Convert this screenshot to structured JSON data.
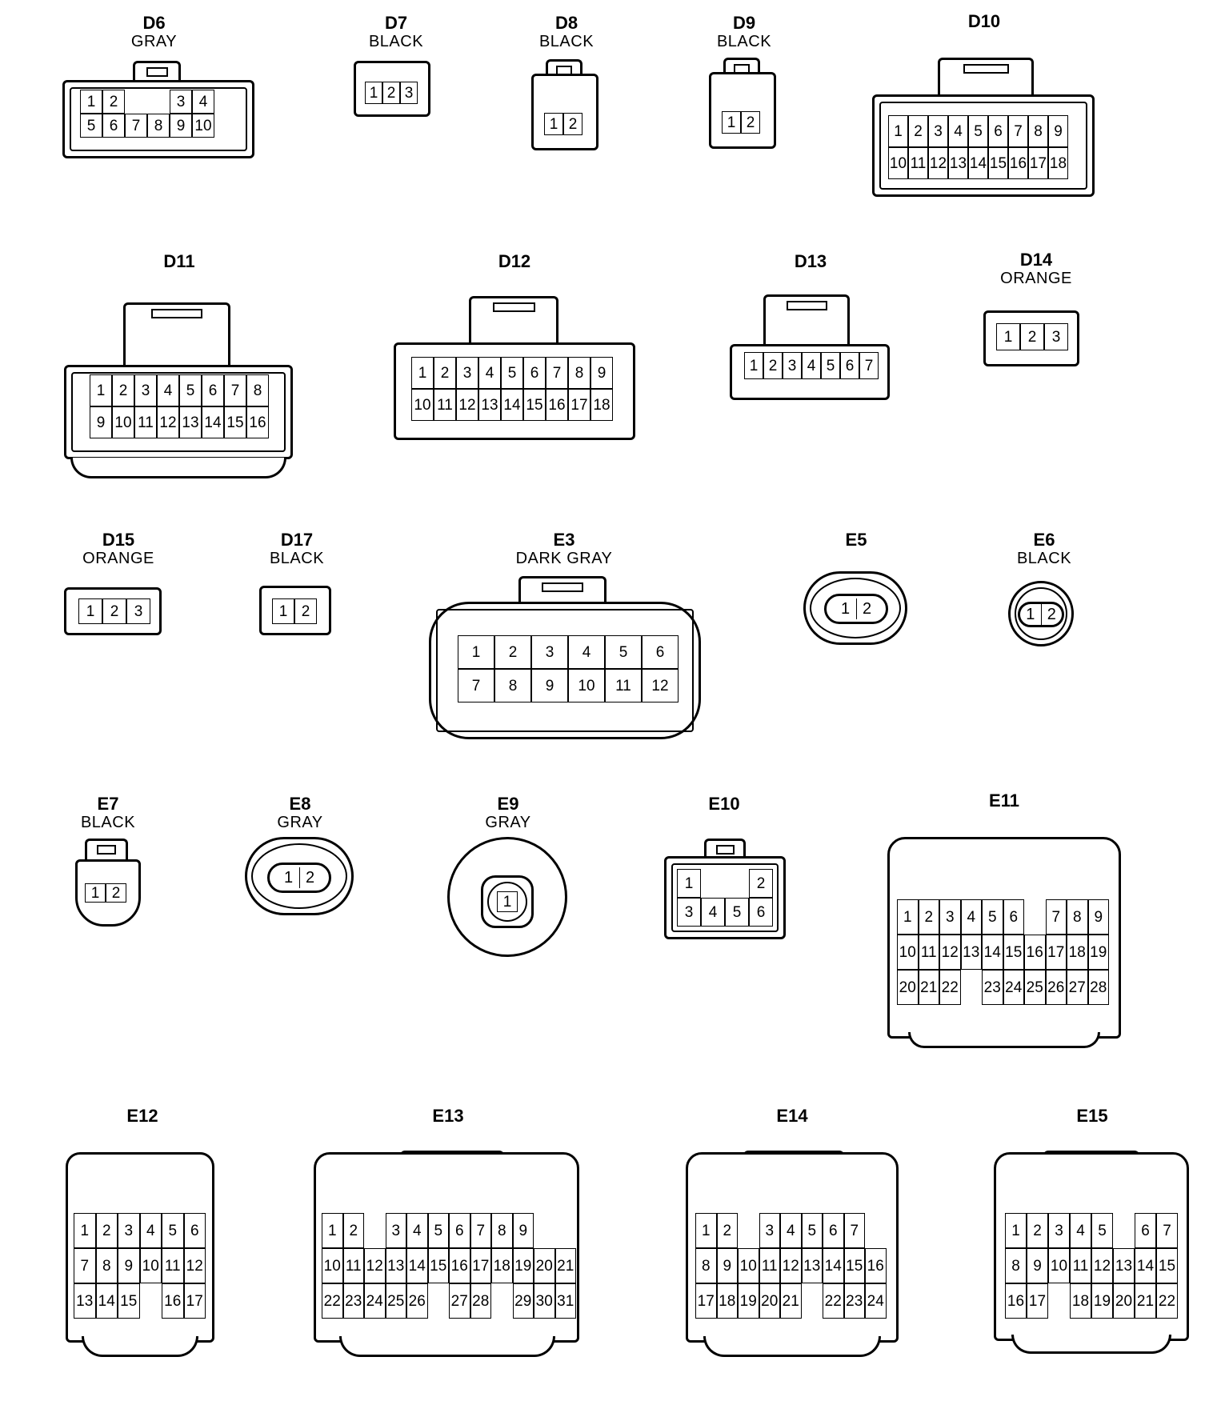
{
  "connectors": [
    {
      "id": "D6",
      "color": "GRAY",
      "rows": [
        [
          "1",
          "2",
          "",
          "",
          "3",
          "4"
        ],
        [
          "5",
          "6",
          "7",
          "8",
          "9",
          "10"
        ]
      ]
    },
    {
      "id": "D7",
      "color": "BLACK",
      "rows": [
        [
          "1",
          "2",
          "3"
        ]
      ]
    },
    {
      "id": "D8",
      "color": "BLACK",
      "rows": [
        [
          "1",
          "2"
        ]
      ]
    },
    {
      "id": "D9",
      "color": "BLACK",
      "rows": [
        [
          "1",
          "2"
        ]
      ]
    },
    {
      "id": "D10",
      "color": "",
      "rows": [
        [
          "1",
          "2",
          "3",
          "4",
          "5",
          "6",
          "7",
          "8",
          "9"
        ],
        [
          "10",
          "11",
          "12",
          "13",
          "14",
          "15",
          "16",
          "17",
          "18"
        ]
      ]
    },
    {
      "id": "D11",
      "color": "",
      "rows": [
        [
          "1",
          "2",
          "3",
          "4",
          "5",
          "6",
          "7",
          "8"
        ],
        [
          "9",
          "10",
          "11",
          "12",
          "13",
          "14",
          "15",
          "16"
        ]
      ]
    },
    {
      "id": "D12",
      "color": "",
      "rows": [
        [
          "1",
          "2",
          "3",
          "4",
          "5",
          "6",
          "7",
          "8",
          "9"
        ],
        [
          "10",
          "11",
          "12",
          "13",
          "14",
          "15",
          "16",
          "17",
          "18"
        ]
      ]
    },
    {
      "id": "D13",
      "color": "",
      "rows": [
        [
          "1",
          "2",
          "3",
          "4",
          "5",
          "6",
          "7"
        ]
      ]
    },
    {
      "id": "D14",
      "color": "ORANGE",
      "rows": [
        [
          "1",
          "2",
          "3"
        ]
      ]
    },
    {
      "id": "D15",
      "color": "ORANGE",
      "rows": [
        [
          "1",
          "2",
          "3"
        ]
      ]
    },
    {
      "id": "D17",
      "color": "BLACK",
      "rows": [
        [
          "1",
          "2"
        ]
      ]
    },
    {
      "id": "E3",
      "color": "DARK GRAY",
      "rows": [
        [
          "1",
          "2",
          "3",
          "4",
          "5",
          "6"
        ],
        [
          "7",
          "8",
          "9",
          "10",
          "11",
          "12"
        ]
      ]
    },
    {
      "id": "E5",
      "color": "",
      "rows": [
        [
          "1",
          "2"
        ]
      ]
    },
    {
      "id": "E6",
      "color": "BLACK",
      "rows": [
        [
          "1",
          "2"
        ]
      ]
    },
    {
      "id": "E7",
      "color": "BLACK",
      "rows": [
        [
          "1",
          "2"
        ]
      ]
    },
    {
      "id": "E8",
      "color": "GRAY",
      "rows": [
        [
          "1",
          "2"
        ]
      ]
    },
    {
      "id": "E9",
      "color": "GRAY",
      "rows": [
        [
          "1"
        ]
      ]
    },
    {
      "id": "E10",
      "color": "",
      "rows": [
        [
          "1",
          "",
          "",
          "2"
        ],
        [
          "3",
          "4",
          "5",
          "6"
        ]
      ]
    },
    {
      "id": "E11",
      "color": "",
      "rows": [
        [
          "1",
          "2",
          "3",
          "4",
          "5",
          "6",
          "",
          "7",
          "8",
          "9"
        ],
        [
          "10",
          "11",
          "12",
          "13",
          "14",
          "15",
          "16",
          "17",
          "18",
          "19"
        ],
        [
          "20",
          "21",
          "22",
          "",
          "23",
          "24",
          "25",
          "26",
          "27",
          "28"
        ]
      ]
    },
    {
      "id": "E12",
      "color": "",
      "rows": [
        [
          "1",
          "2",
          "3",
          "4",
          "5",
          "6"
        ],
        [
          "7",
          "8",
          "9",
          "10",
          "11",
          "12"
        ],
        [
          "13",
          "14",
          "15",
          "",
          "16",
          "17"
        ]
      ]
    },
    {
      "id": "E13",
      "color": "",
      "rows": [
        [
          "1",
          "2",
          "",
          "3",
          "4",
          "5",
          "6",
          "7",
          "8",
          "9"
        ],
        [
          "10",
          "11",
          "12",
          "13",
          "14",
          "15",
          "16",
          "17",
          "18",
          "19",
          "20",
          "21"
        ],
        [
          "22",
          "23",
          "24",
          "25",
          "26",
          "",
          "27",
          "28",
          "",
          "29",
          "30",
          "31"
        ]
      ]
    },
    {
      "id": "E14",
      "color": "",
      "rows": [
        [
          "1",
          "2",
          "",
          "3",
          "4",
          "5",
          "6",
          "7"
        ],
        [
          "8",
          "9",
          "10",
          "11",
          "12",
          "13",
          "14",
          "15",
          "16"
        ],
        [
          "17",
          "18",
          "19",
          "20",
          "21",
          "",
          "22",
          "23",
          "24"
        ]
      ]
    },
    {
      "id": "E15",
      "color": "",
      "rows": [
        [
          "1",
          "2",
          "3",
          "4",
          "5",
          "",
          "6",
          "7"
        ],
        [
          "8",
          "9",
          "10",
          "11",
          "12",
          "13",
          "14",
          "15"
        ],
        [
          "16",
          "17",
          "",
          "18",
          "19",
          "20",
          "21",
          "22"
        ]
      ]
    }
  ]
}
